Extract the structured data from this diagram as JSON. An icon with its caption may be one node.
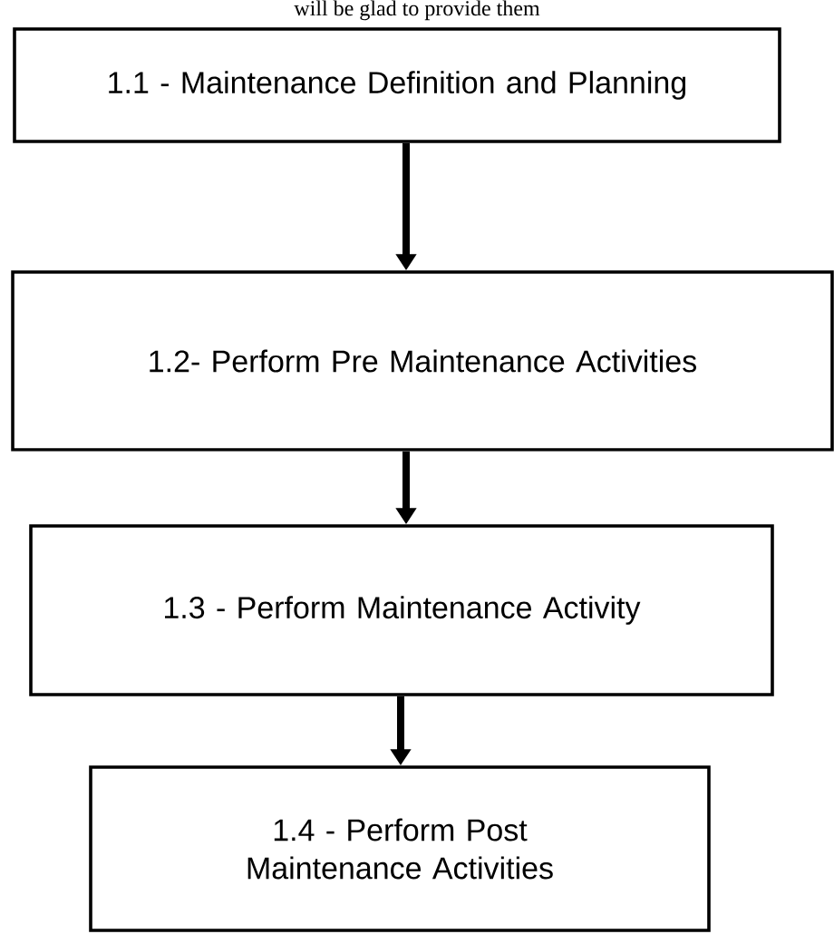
{
  "diagram": {
    "nodes": [
      {
        "text": [
          "1.1 - Maintenance Definition and Planning"
        ]
      },
      {
        "text": [
          "1.2- Perform Pre Maintenance Activities"
        ]
      },
      {
        "text": [
          "1.3 - Perform Maintenance Activity"
        ]
      },
      {
        "text": [
          "1.4 - Perform Post Maintenance Activities"
        ]
      }
    ],
    "edges": [
      {
        "from": 0,
        "to": 1,
        "arrow": "to"
      },
      {
        "from": 1,
        "to": 2,
        "arrow": "to"
      },
      {
        "from": 2,
        "to": 3,
        "arrow": "to"
      }
    ],
    "labels": [
      "will be glad to provide them"
    ]
  }
}
